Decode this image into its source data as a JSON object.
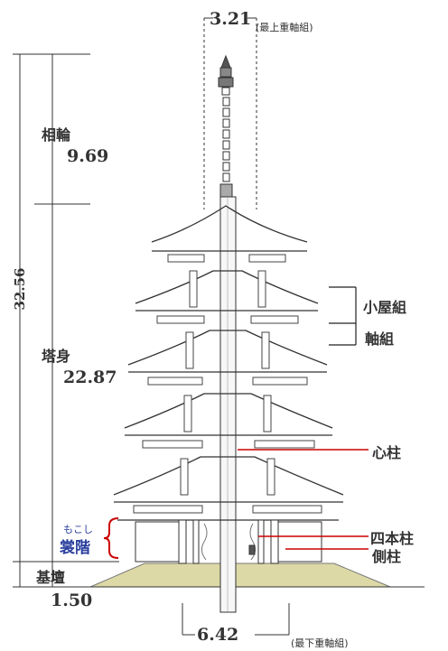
{
  "labels": {
    "top_width": "3.21",
    "top_width_note": "(最上重軸組)",
    "total_height": "32.56",
    "sorin": "相輪",
    "sorin_value": "9.69",
    "toshin": "塔身",
    "toshin_value": "22.87",
    "kidan": "基壇",
    "kidan_value": "1.50",
    "mokoshi_ruby": "もこし",
    "mokoshi": "裳階",
    "koyagumi": "小屋組",
    "jikugumi": "軸組",
    "shinbashira": "心柱",
    "shihonbashira": "四本柱",
    "gawabashira": "側柱",
    "bottom_width": "6.42",
    "bottom_width_note": "(最下重軸組)"
  },
  "colors": {
    "leader": "#cc0000",
    "mokoshi_text": "#2a3f9e",
    "ground": "#dcd9a6",
    "line": "#333333"
  }
}
